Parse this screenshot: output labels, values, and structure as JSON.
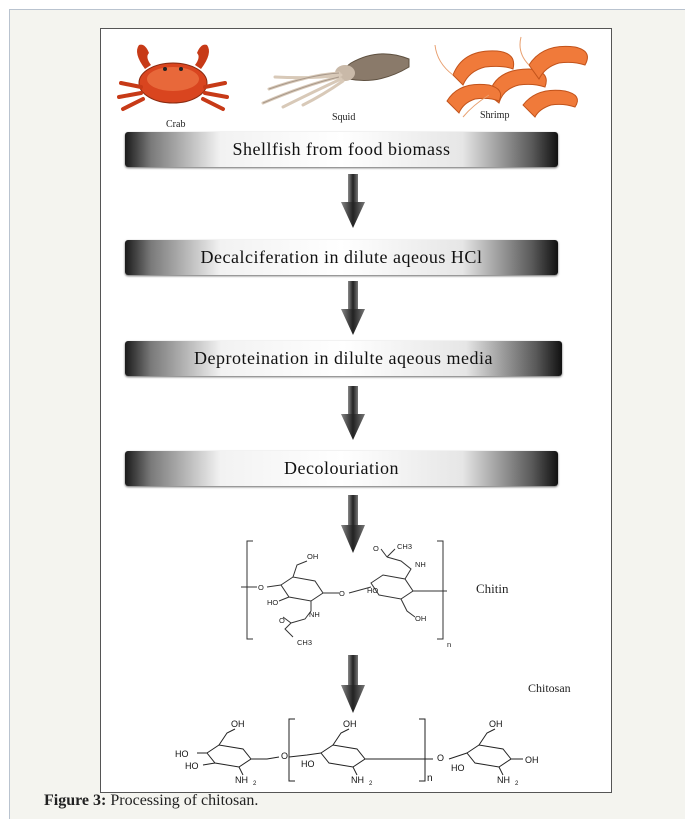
{
  "animals": {
    "crab": "Crab",
    "squid": "Squid",
    "shrimp": "Shrimp"
  },
  "steps": [
    "Shellfish from food biomass",
    "Decalciferation in dilute aqeous HCl",
    "Deproteination in dilulte aqeous media",
    "Decolouriation"
  ],
  "products": {
    "chitin": "Chitin",
    "chitosan": "Chitosan"
  },
  "chem_labels": {
    "oh": "OH",
    "ho": "HO",
    "o": "O",
    "nh": "NH",
    "ch3": "CH3",
    "nh2": "NH2",
    "n": "n"
  },
  "caption": {
    "label": "Figure 3:",
    "text": "Processing of chitosan."
  }
}
